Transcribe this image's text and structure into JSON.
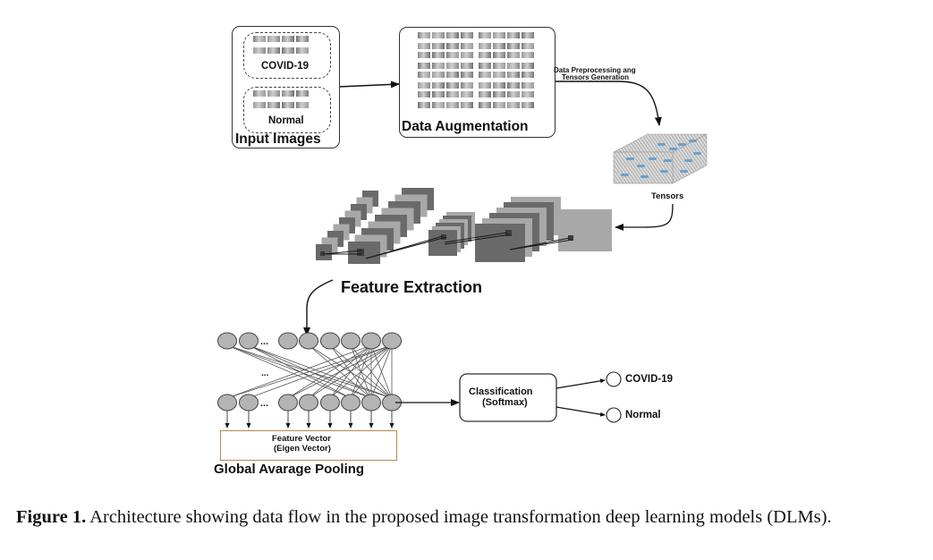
{
  "diagram": {
    "input_images": {
      "title": "Input Images",
      "groups": [
        {
          "label": "COVID-19"
        },
        {
          "label": "Normal"
        }
      ]
    },
    "data_augmentation": {
      "title": "Data Augmentation"
    },
    "preprocessing_label": {
      "line1": "Data Preprocessing ang",
      "line2": "Tensors Generation"
    },
    "tensors_label": "Tensors",
    "feature_extraction_label": "Feature Extraction",
    "gap": {
      "box_line1": "Feature Vector",
      "box_line2": "(Eigen Vector)",
      "title": "Global Avarage Pooling",
      "ellipsis": "..."
    },
    "classification": {
      "line1": "Classification",
      "line2": "(Softmax)"
    },
    "outputs": [
      {
        "label": "COVID-19"
      },
      {
        "label": "Normal"
      }
    ],
    "colors": {
      "node_fill": "#b4b4b4",
      "tensor_blue": "#5a9ad0",
      "cnn_dark": "#6a6a6a",
      "cnn_light": "#a8a8a8",
      "gap_border": "#b58a4a"
    }
  },
  "caption": {
    "label": "Figure 1.",
    "text": " Architecture showing data flow in the proposed image transformation deep learning models (DLMs)."
  }
}
